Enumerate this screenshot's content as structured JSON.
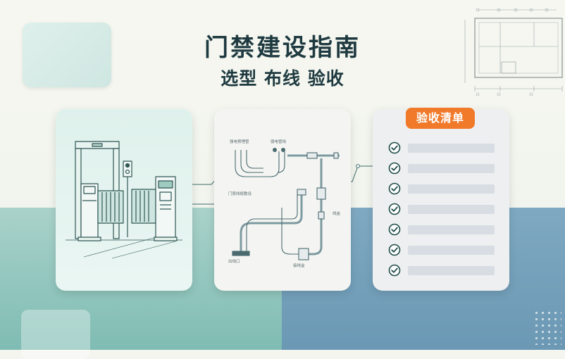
{
  "title": {
    "main": "门禁建设指南",
    "sub": "选型 布线 验收"
  },
  "checklist": {
    "badge": "验收清单",
    "item_count": 7
  },
  "wiring": {
    "label_top_left": "强电预埋管",
    "label_top_right": "弱电管线",
    "label_mid": "门禁线缆敷设",
    "label_right": "线盒",
    "label_bottom_left": "出线口",
    "label_bottom_right": "接线盒"
  },
  "colors": {
    "title": "#1e3a40",
    "badge": "#f07a2a",
    "teal_bg": "#7fbcb3",
    "blue_bg": "#6b98b4",
    "check": "#1f4d4a"
  },
  "icons": [
    "turnstile-gate",
    "card-reader",
    "traffic-light",
    "pipe-diagram",
    "check-circle-icon"
  ]
}
